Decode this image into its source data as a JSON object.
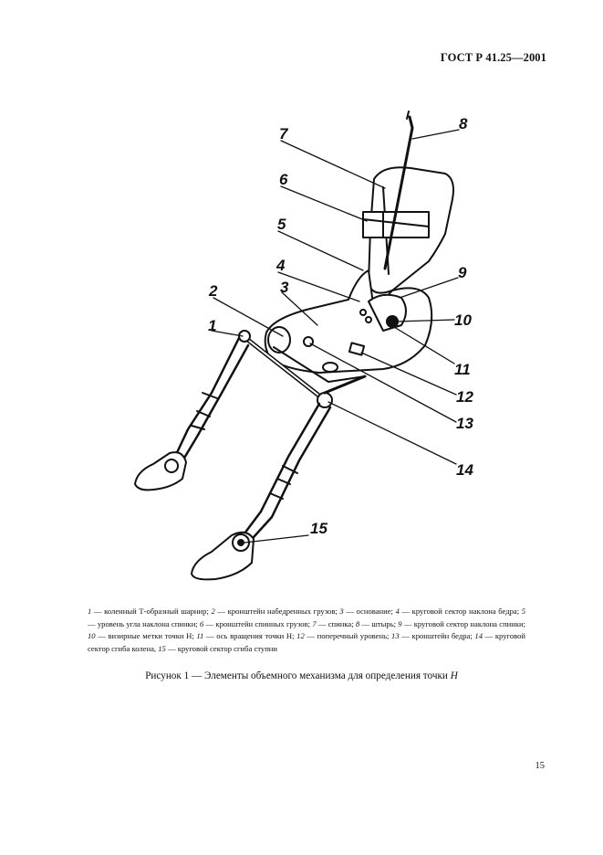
{
  "header": {
    "standard": "ГОСТ Р 41.25—2001"
  },
  "figure": {
    "callouts": [
      "1",
      "2",
      "3",
      "4",
      "5",
      "6",
      "7",
      "8",
      "9",
      "10",
      "11",
      "12",
      "13",
      "14",
      "15"
    ],
    "legend": [
      {
        "n": "1",
        "text": "коленный Т-образный шарнир"
      },
      {
        "n": "2",
        "text": "кронштейн набедренных грузов"
      },
      {
        "n": "3",
        "text": "основание"
      },
      {
        "n": "4",
        "text": "круговой сектор наклона бедра"
      },
      {
        "n": "5",
        "text": "уровень угла наклона спинки"
      },
      {
        "n": "6",
        "text": "кронштейн спинных грузов"
      },
      {
        "n": "7",
        "text": "спинка"
      },
      {
        "n": "8",
        "text": "штырь"
      },
      {
        "n": "9",
        "text": "круговой сектор наклона спинки"
      },
      {
        "n": "10",
        "text": "визирные метки точки H"
      },
      {
        "n": "11",
        "text": "ось вращения точки H"
      },
      {
        "n": "12",
        "text": "поперечный уровень"
      },
      {
        "n": "13",
        "text": "кронштейн бедра"
      },
      {
        "n": "14",
        "text": "круговой сектор сгиба колена"
      },
      {
        "n": "15",
        "text": "круговой сектор сгиба ступни"
      }
    ],
    "caption_prefix": "Рисунок 1 — Элементы объемного механизма для определения точки",
    "caption_var": "H"
  },
  "footer": {
    "page_number": "15"
  }
}
